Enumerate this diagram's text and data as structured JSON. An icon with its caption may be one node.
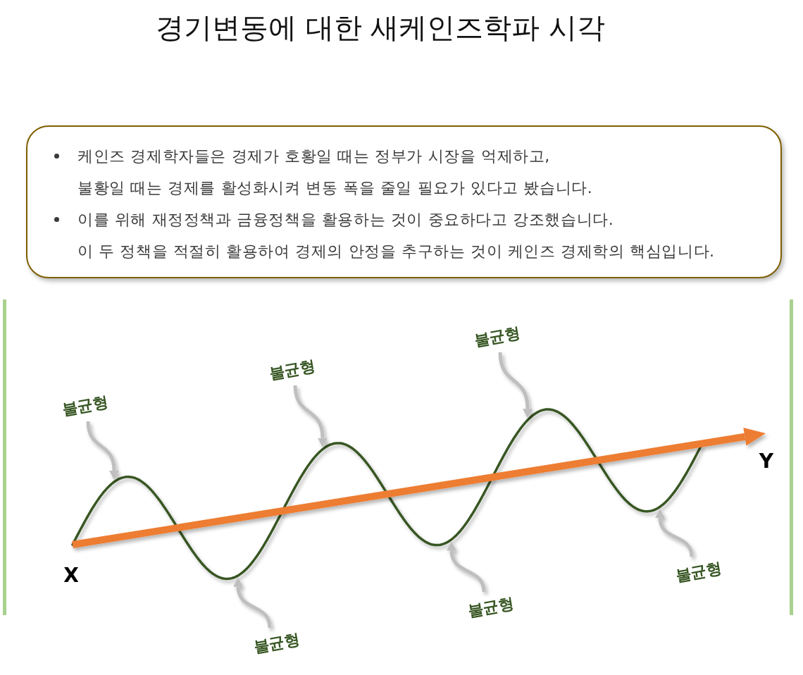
{
  "diagram": {
    "title": "경기변동에 대한 새케인즈학파 시각",
    "nodes": [
      {
        "text": [
          "케인즈 경제학자들은 경제가 호황일 때는 정부가 시장을 억제하고, 불황일 때는 경제를 활성화시켜 변동 폭을 줄일 필요가 있다고 봤습니다.",
          "이를 위해 재정정책과 금융정책을 활용하는 것이 중요하다고 강조했습니다. 이 두 정책을 적절히 활용하여 경제의 안정을 추구하는 것이 케인즈 경제학의 핵심입니다."
        ]
      },
      {
        "text": [
          "불균형"
        ]
      },
      {
        "text": [
          "불균형"
        ]
      },
      {
        "text": [
          "불균형"
        ]
      },
      {
        "text": [
          "불균형"
        ]
      },
      {
        "text": [
          "불균형"
        ]
      },
      {
        "text": [
          "불균형"
        ]
      }
    ],
    "edges": [
      {
        "from": 1,
        "to": null,
        "arrow": "to"
      },
      {
        "from": 2,
        "to": null,
        "arrow": "to"
      },
      {
        "from": 3,
        "to": null,
        "arrow": "to"
      },
      {
        "from": 4,
        "to": null,
        "arrow": "to"
      },
      {
        "from": 5,
        "to": null,
        "arrow": "to"
      },
      {
        "from": 6,
        "to": null,
        "arrow": "to"
      }
    ],
    "labels": [
      "X",
      "Y"
    ]
  }
}
